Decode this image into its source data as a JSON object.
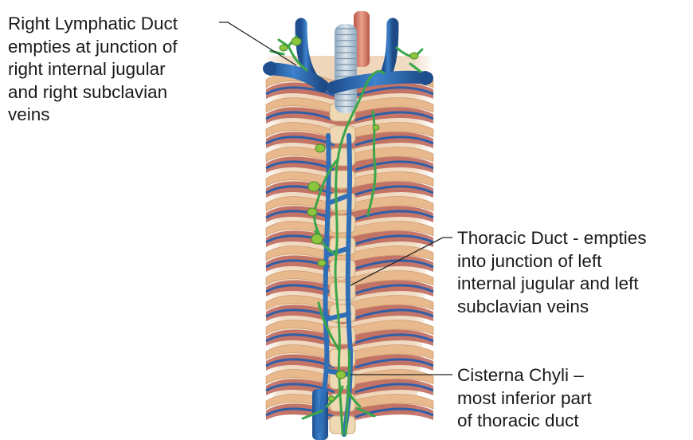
{
  "labels": {
    "right_lymphatic_duct": [
      "Right Lymphatic Duct",
      "empties at junction of",
      "right internal jugular",
      "and right subclavian",
      "veins"
    ],
    "thoracic_duct": [
      "Thoracic Duct - empties",
      "into junction of left",
      "internal jugular and left",
      "subclavian veins"
    ],
    "cisterna_chyli": [
      "Cisterna Chyli –",
      "most inferior part",
      "of thoracic duct"
    ]
  },
  "colors": {
    "vein": "#2f6fb8",
    "lymph": "#3aa64a",
    "node": "#8cc63f",
    "rib": "#e7b98c",
    "intercostal_muscle": "#b85a4f",
    "artery": "#d9806b",
    "trachea": "#b8c9d6",
    "leader_line": "#222222"
  }
}
